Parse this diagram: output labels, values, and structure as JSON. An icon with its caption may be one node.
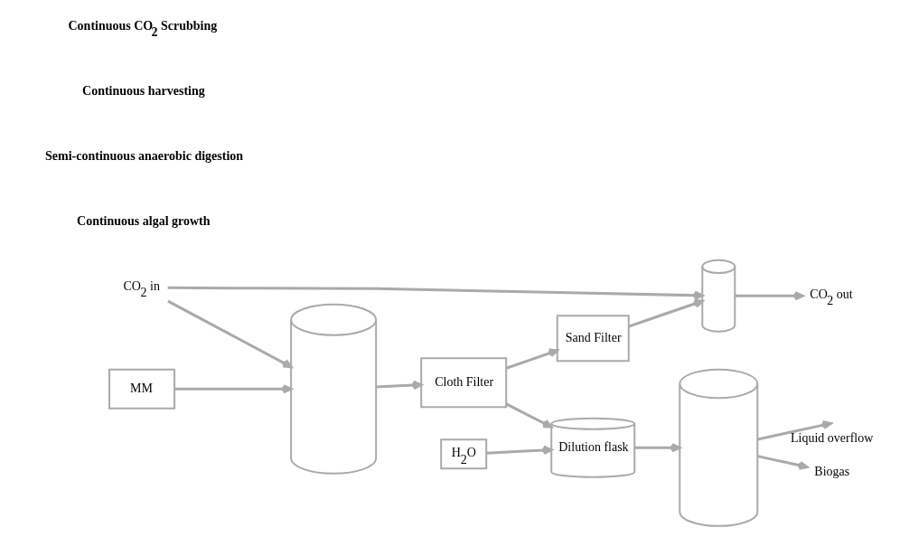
{
  "diagram": {
    "nodes": [
      {
        "text": [
          "MM"
        ]
      },
      {
        "text": [],
        "shape": "cylinder"
      },
      {
        "text": [
          "Cloth Filter"
        ]
      },
      {
        "text": [
          "Sand Filter"
        ]
      },
      {
        "text": [
          "H$_{2}$O"
        ]
      },
      {
        "text": [
          "Dilution flask"
        ]
      },
      {
        "text": [],
        "shape": "cylinder"
      },
      {
        "text": [],
        "shape": "cylinder"
      },
      {
        "text": [
          "CO$_{2}$ out"
        ]
      },
      {
        "text": [
          "CO$_{2}$ in"
        ]
      },
      {
        "text": [
          "Biogas"
        ]
      }
    ],
    "edges": [
      {
        "from": 0,
        "to": 1,
        "arrow": "to"
      },
      {
        "from": 9,
        "to": 1,
        "arrow": "to"
      },
      {
        "from": 9,
        "to": 7,
        "arrow": "to"
      },
      {
        "from": 1,
        "to": 2,
        "arrow": "to"
      },
      {
        "from": 2,
        "to": 3,
        "arrow": "to"
      },
      {
        "from": 2,
        "to": 5,
        "arrow": "to"
      },
      {
        "from": 4,
        "to": 5,
        "arrow": "to"
      },
      {
        "from": 3,
        "to": 7,
        "arrow": "to"
      },
      {
        "from": 7,
        "to": 8,
        "arrow": "to"
      },
      {
        "from": 5,
        "to": 6,
        "arrow": "to"
      },
      {
        "from": 6,
        "to": null,
        "arrow": "to",
        "label": "Liquid overflow"
      },
      {
        "from": 6,
        "to": 10,
        "arrow": "to"
      }
    ],
    "labels": [
      "Continuous algal growth",
      "Semi-continuous anaerobic digestion",
      "Continuous harvesting",
      "Continuous CO$_{2}$ Scrubbing"
    ]
  }
}
